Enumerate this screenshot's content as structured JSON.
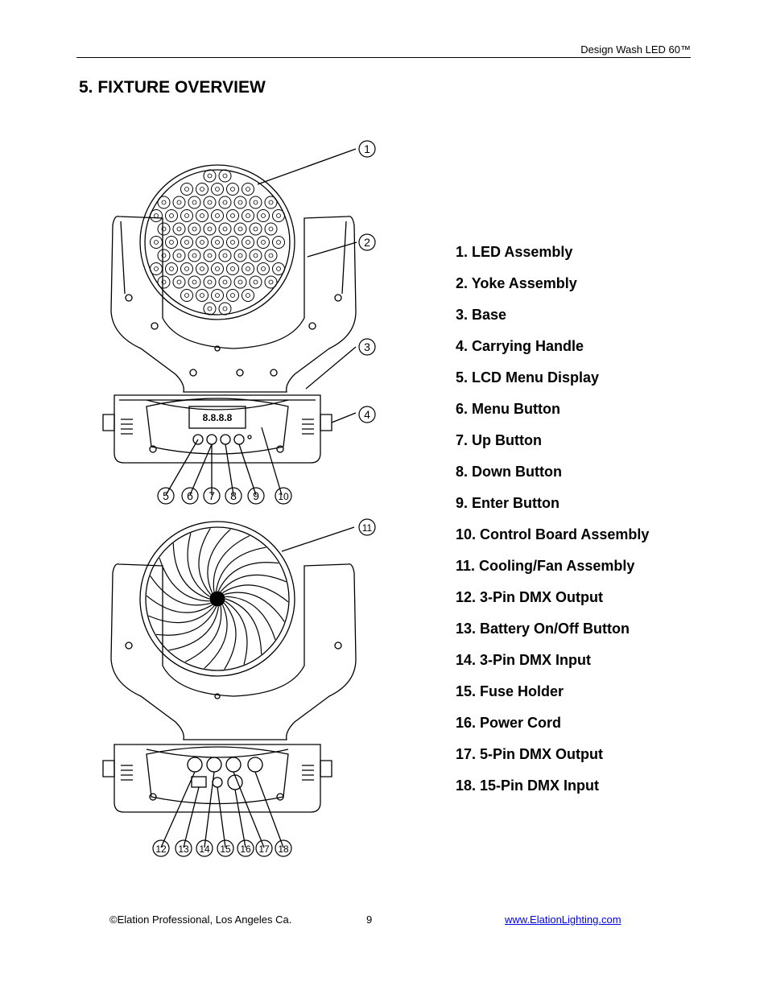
{
  "header": {
    "product": "Design Wash LED 60™"
  },
  "section": {
    "title": "5. FIXTURE OVERVIEW"
  },
  "figure": {
    "display_text": "8.8.8.8",
    "callouts_top": [
      "1",
      "2",
      "3",
      "4",
      "5",
      "6",
      "7",
      "8",
      "9",
      "10"
    ],
    "callouts_bottom": [
      "11",
      "12",
      "13",
      "14",
      "15",
      "16",
      "17",
      "18"
    ]
  },
  "legend": [
    "1. LED Assembly",
    "2. Yoke Assembly",
    "3. Base",
    "4. Carrying Handle",
    "5. LCD Menu Display",
    "6. Menu Button",
    "7. Up Button",
    "8. Down Button",
    "9. Enter Button",
    "10. Control Board Assembly",
    "11. Cooling/Fan Assembly",
    "12. 3-Pin DMX Output",
    "13. Battery On/Off Button",
    "14. 3-Pin DMX Input",
    "15. Fuse Holder",
    "16. Power Cord",
    "17. 5-Pin DMX Output",
    "18. 15-Pin DMX Input"
  ],
  "footer": {
    "copyright": "©Elation Professional, Los Angeles Ca.",
    "page": "9",
    "link": "www.ElationLighting.com"
  }
}
